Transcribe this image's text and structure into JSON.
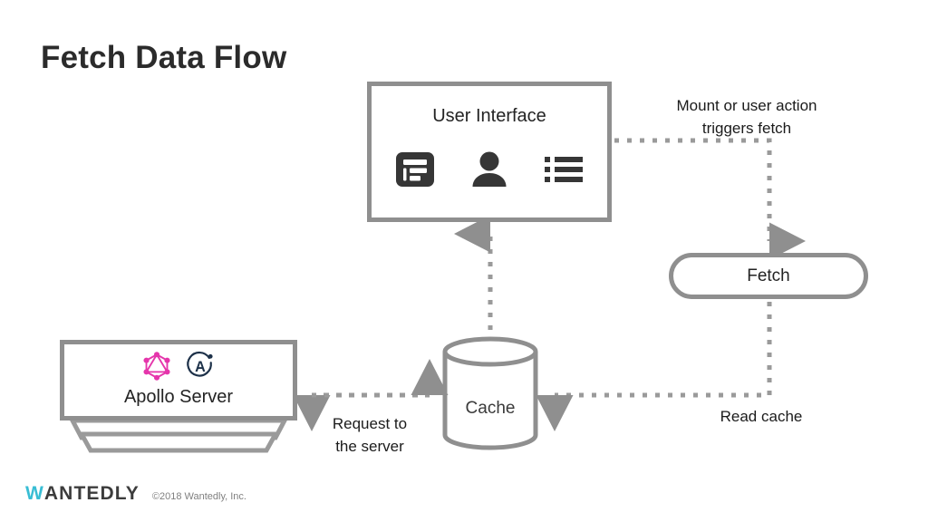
{
  "slide": {
    "title": "Fetch Data Flow",
    "background": "#ffffff"
  },
  "nodes": {
    "user_interface": {
      "label": "User Interface",
      "icons": [
        "article-icon",
        "person-icon",
        "list-icon"
      ],
      "border_color": "#8f8f8f"
    },
    "fetch": {
      "label": "Fetch",
      "shape": "pill",
      "border_color": "#8f8f8f"
    },
    "cache": {
      "label": "Cache",
      "shape": "cylinder",
      "border_color": "#8f8f8f"
    },
    "apollo_server": {
      "label": "Apollo Server",
      "icons": [
        "graphql-logo-icon",
        "apollo-logo-icon"
      ],
      "graphql_color": "#e535ab",
      "apollo_color": "#1d3149",
      "border_color": "#8f8f8f"
    }
  },
  "annotations": {
    "trigger_line1": "Mount or user action",
    "trigger_line2": "triggers fetch",
    "request_line1": "Request to",
    "request_line2": "the server",
    "read_cache": "Read cache"
  },
  "connectors": [
    {
      "name": "ui-to-fetch",
      "from": "user_interface",
      "to": "fetch",
      "style": "dotted",
      "direction": "one-way",
      "label": "Mount or user action triggers fetch"
    },
    {
      "name": "fetch-to-cache",
      "from": "fetch",
      "to": "cache",
      "style": "dotted",
      "direction": "one-way",
      "label": "Read cache"
    },
    {
      "name": "cache-to-ui",
      "from": "cache",
      "to": "user_interface",
      "style": "dotted",
      "direction": "one-way",
      "label": ""
    },
    {
      "name": "cache-to-apollo",
      "from": "cache",
      "to": "apollo_server",
      "style": "dotted",
      "direction": "two-way",
      "label": "Request to the server"
    }
  ],
  "footer": {
    "logo_first_letter": "W",
    "logo_rest": "ANTEDLY",
    "logo_accent_color": "#38bdd4",
    "copyright": "©2018 Wantedly, Inc."
  }
}
